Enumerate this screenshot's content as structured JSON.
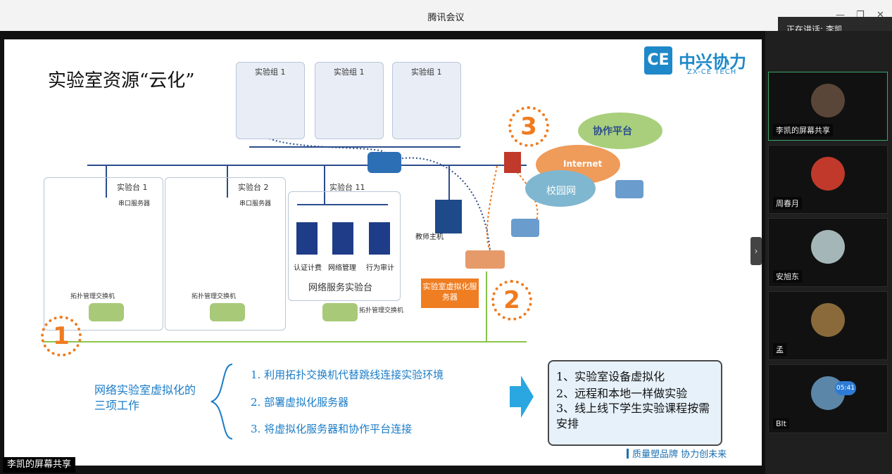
{
  "window": {
    "title": "腾讯会议"
  },
  "speaker": {
    "label": "正在讲话: 李凯"
  },
  "share_badge": "李凯的屏幕共享",
  "slide": {
    "title": "实验室资源“云化”",
    "logo": {
      "mark": "CE",
      "cn": "中兴协力",
      "en": "ZX-CE TECH"
    },
    "groups": [
      "实验组 1",
      "实验组 1",
      "实验组 1"
    ],
    "tables": [
      "实验台 1",
      "实验台 2",
      "实验台 11"
    ],
    "serial_server": "串口服务器",
    "topo_switch": "拓扑管理交换机",
    "servers": [
      "认证计费",
      "网络管理",
      "行为审计"
    ],
    "net_service": "网络服务实验台",
    "teacher_host": "教师主机",
    "virt_server": "实验室虚拟化服务器",
    "collab": "协作平台",
    "internet": "Internet",
    "campus": "校园网",
    "numbers": [
      "1",
      "2",
      "3"
    ],
    "work_label": "网络实验室虚拟化的三项工作",
    "work_items": [
      "1.  利用拓扑交换机代替跳线连接实验环境",
      "2.  部署虚拟化服务器",
      "3.  将虚拟化服务器和协作平台连接"
    ],
    "results": [
      "1、实验室设备虚拟化",
      "2、远程和本地一样做实验",
      "3、线上线下学生实验课程按需安排"
    ],
    "footer": "质量塑品牌  协力创未来"
  },
  "participants": [
    {
      "name": "李凯的屏幕共享",
      "color": "#5a4638"
    },
    {
      "name": "周春月",
      "color": "#c0392b"
    },
    {
      "name": "安旭东",
      "color": "#a5b6b8"
    },
    {
      "name": "孟",
      "color": "#8a6a3a"
    },
    {
      "name": "Blt",
      "color": "#5b86a8"
    }
  ],
  "timer": "05:41"
}
